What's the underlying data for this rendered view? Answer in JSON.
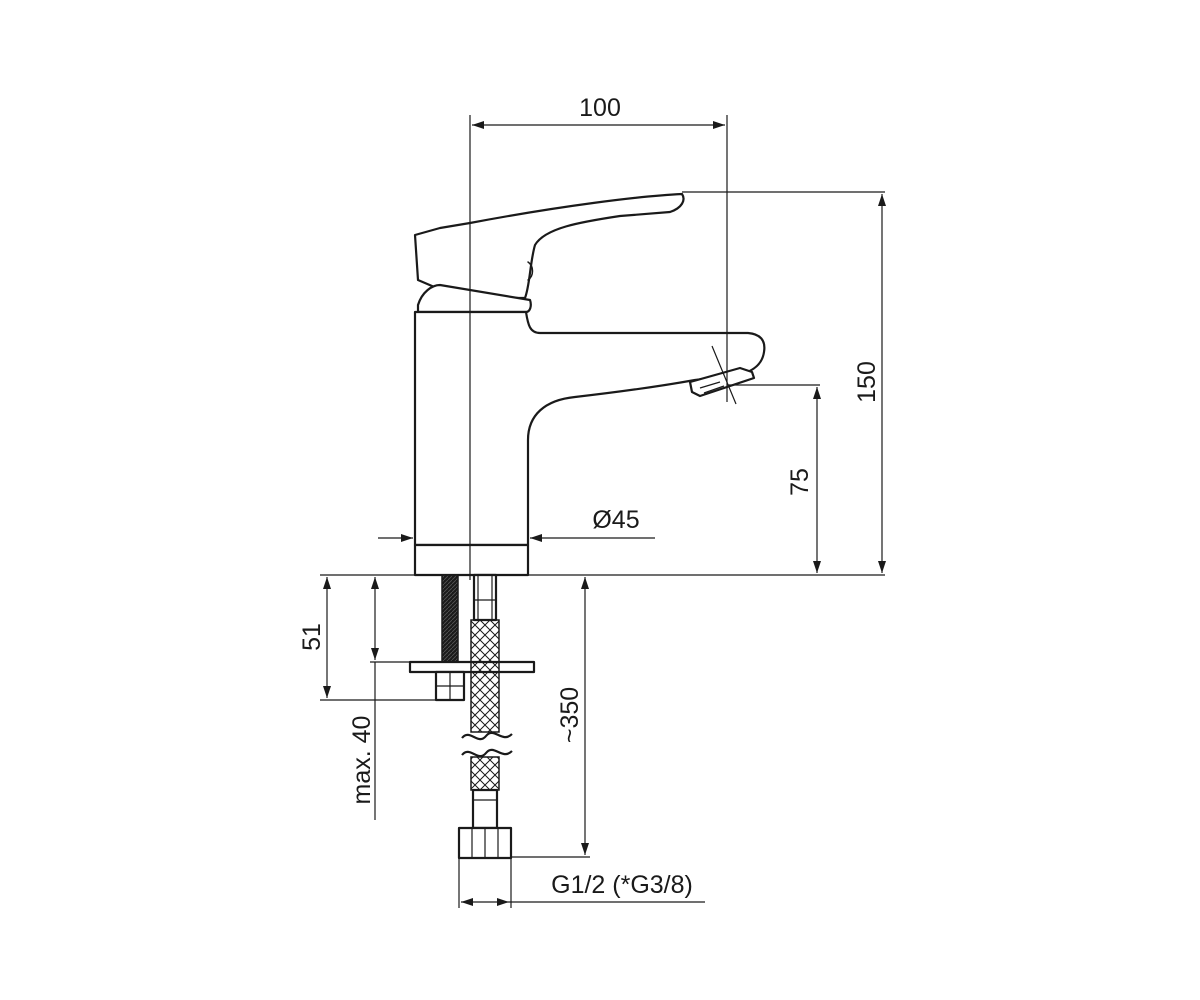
{
  "drawing": {
    "line_color": "#1a1a1a",
    "background": "#ffffff"
  },
  "dimensions": {
    "reach": "100",
    "total_height": "150",
    "spout_height": "75",
    "body_diameter": "Ø45",
    "shank_length": "51",
    "max_counter_thickness": "max. 40",
    "hose_length": "~350",
    "thread": "G1/2 (*G3/8)"
  }
}
